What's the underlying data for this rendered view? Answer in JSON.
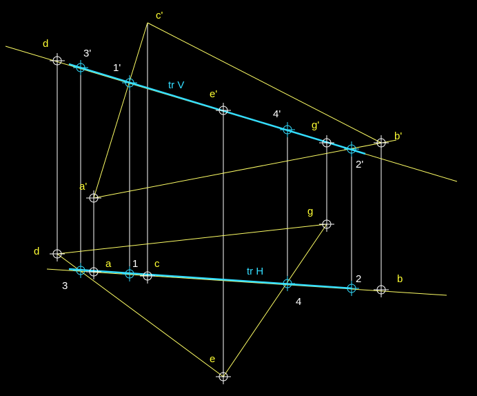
{
  "colors": {
    "background": "#000000",
    "construction": "#ffff66",
    "projection": "#ffffff",
    "trace": "#33ddff",
    "marker_white": "#ffffff",
    "marker_cyan": "#33ddff",
    "label_yellow": "#ffff33",
    "label_white": "#ffffff"
  },
  "labels": {
    "c_prime": "c'",
    "d_top": "d",
    "three_prime": "3'",
    "one_prime": "1'",
    "tr_v": "tr V",
    "e_prime": "e'",
    "four_prime": "4'",
    "g_prime": "g'",
    "b_prime": "b'",
    "two_prime": "2'",
    "a_prime": "a'",
    "g": "g",
    "d_bottom": "d",
    "a": "a",
    "one": "1",
    "c": "c",
    "tr_h": "tr H",
    "two": "2",
    "b": "b",
    "three": "3",
    "four": "4",
    "e": "e"
  }
}
